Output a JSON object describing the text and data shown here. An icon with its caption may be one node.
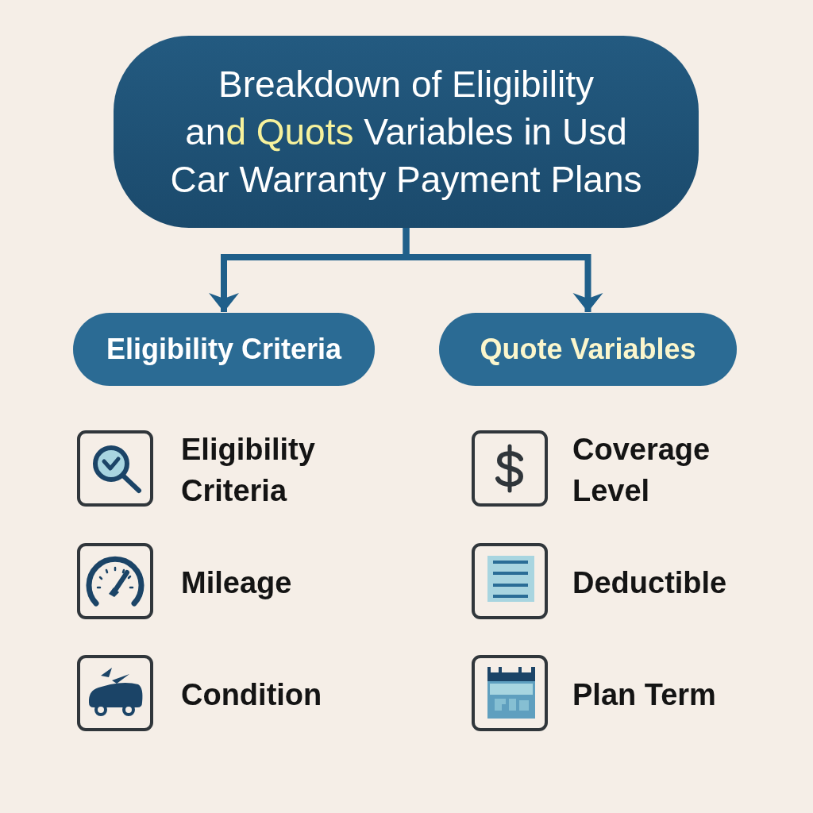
{
  "diagram": {
    "nodes": [
      {
        "text": [
          "Breakdown of Eligibility an**d Quots** Variables in Usd Car Warranty Payment Plans"
        ]
      },
      {
        "text": [
          "Eligibility Criteria"
        ]
      },
      {
        "text": [
          "Quote Variables"
        ]
      }
    ],
    "edges": [
      {
        "from": 0,
        "to": 1,
        "arrow": "to"
      },
      {
        "from": 0,
        "to": 2,
        "arrow": "to"
      }
    ],
    "labels": [
      "Eligibility Criteria",
      "Mileage",
      "Condition",
      "Coverage Level",
      "Deductible",
      "Plan Term"
    ]
  }
}
